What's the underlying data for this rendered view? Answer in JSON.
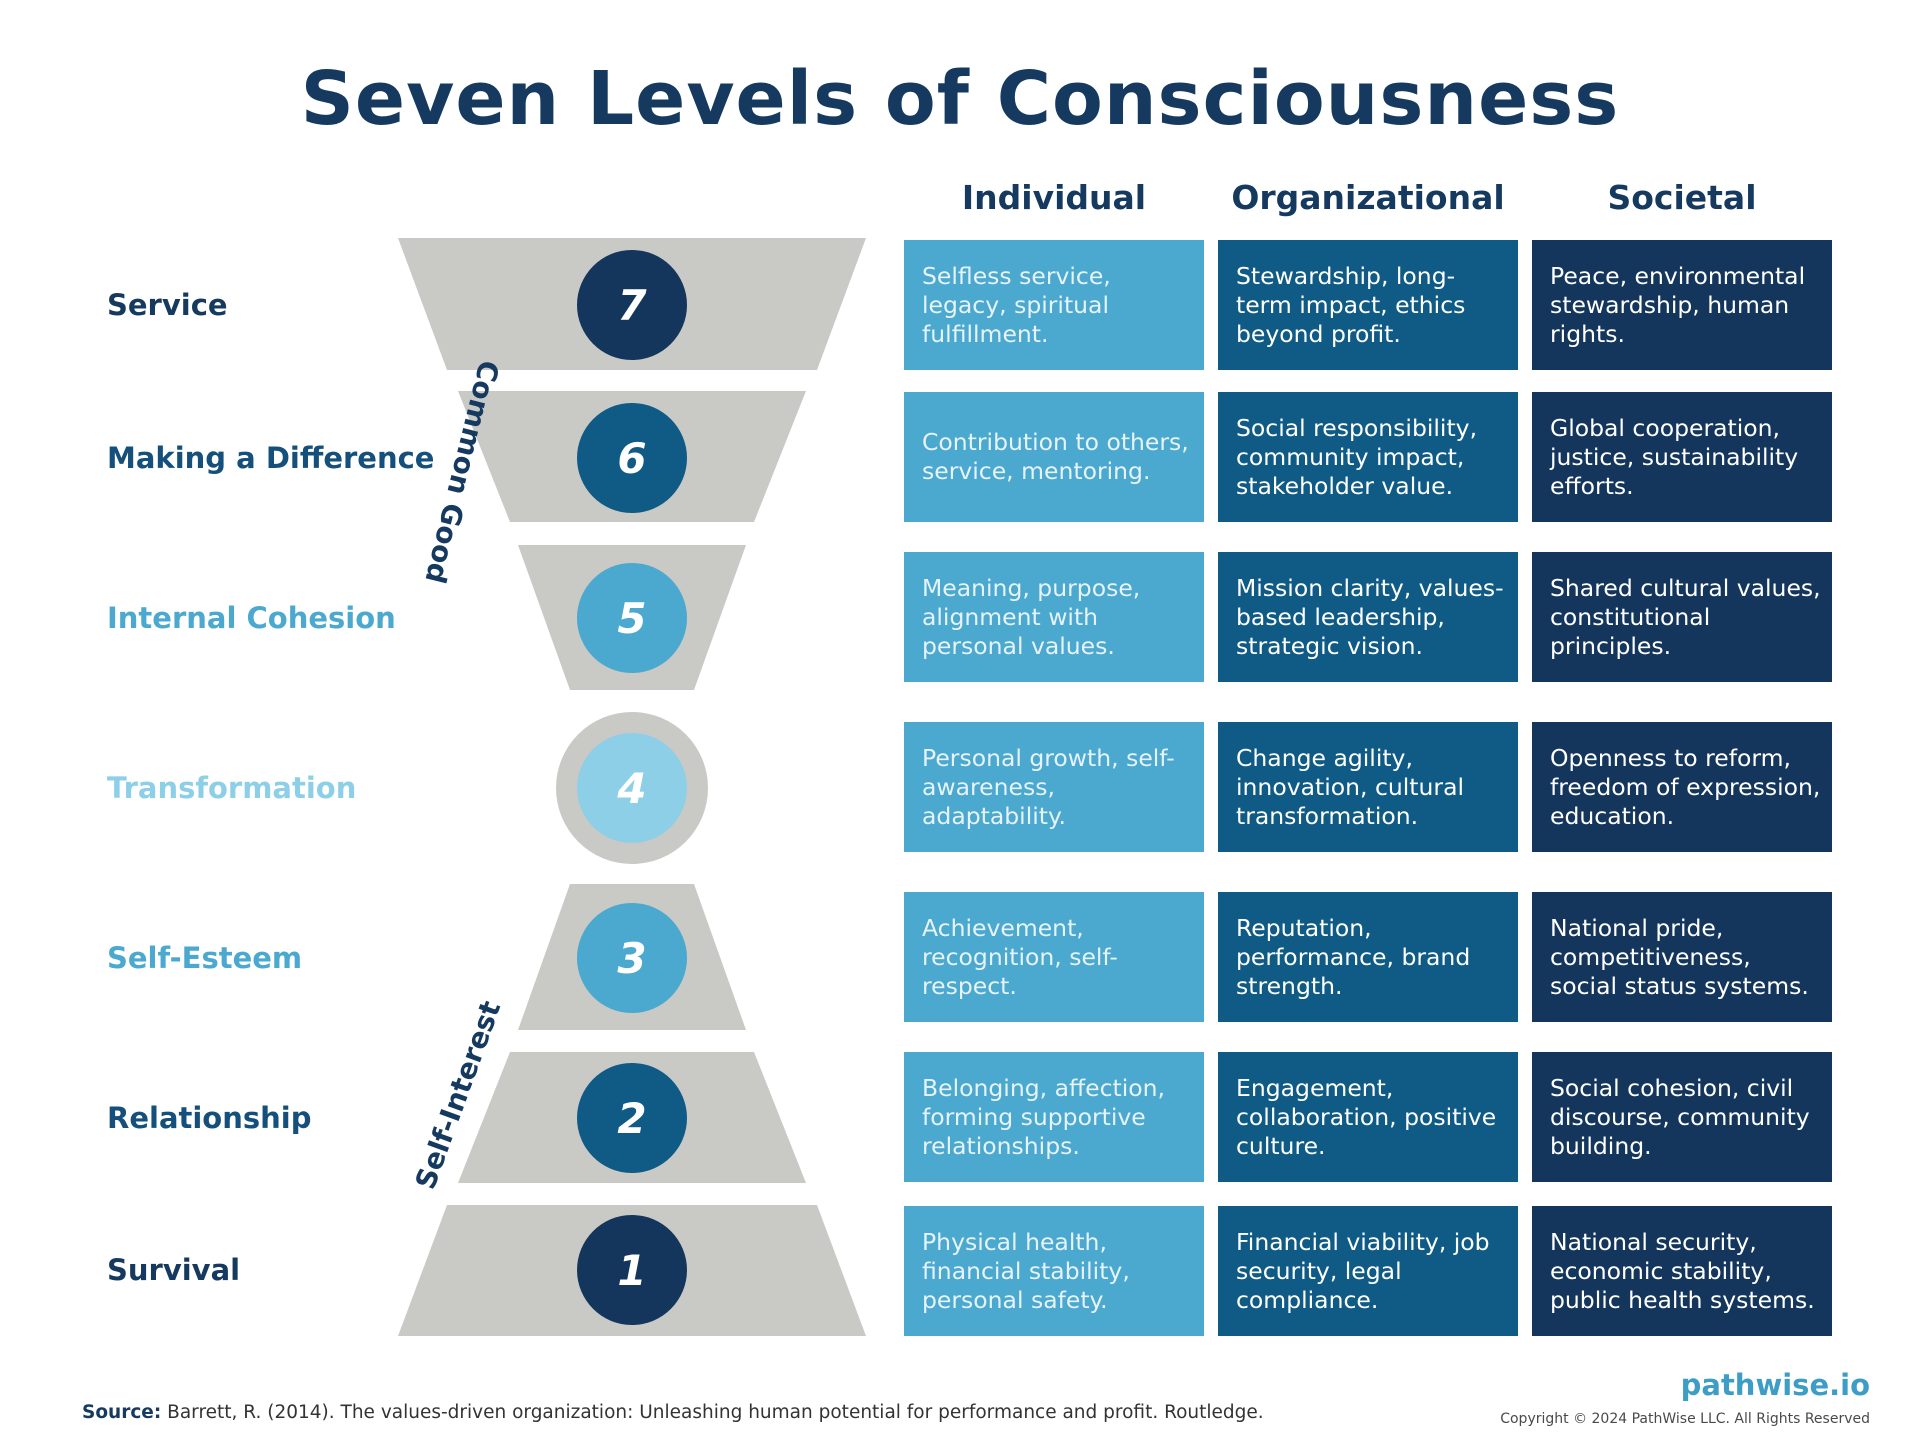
{
  "title": "Seven Levels of Consciousness",
  "columns": [
    "Individual",
    "Organizational",
    "Societal"
  ],
  "side_labels": {
    "upper": "Common Good",
    "lower": "Self-Interest"
  },
  "levels": [
    {
      "number": "7",
      "name": "Service",
      "color": "#14365c",
      "cells": [
        "Selfless service, legacy, spiritual fulfillment.",
        "Stewardship, long-term impact, ethics beyond profit.",
        "Peace, environmental stewardship, human rights."
      ]
    },
    {
      "number": "6",
      "name": "Making a Difference",
      "color": "#0f5b86",
      "cells": [
        "Contribution to others, service, mentoring.",
        "Social responsibility, community impact, stakeholder value.",
        "Global cooperation, justice, sustainability efforts."
      ]
    },
    {
      "number": "5",
      "name": "Internal Cohesion",
      "color": "#4ba8cf",
      "cells": [
        "Meaning, purpose, alignment with personal values.",
        "Mission clarity, values-based leadership, strategic vision.",
        "Shared cultural values, constitutional principles."
      ]
    },
    {
      "number": "4",
      "name": "Transformation",
      "color": "#8ecfe8",
      "cells": [
        "Personal growth, self-awareness, adaptability.",
        "Change agility, innovation, cultural transformation.",
        "Openness to reform, freedom of expression, education."
      ]
    },
    {
      "number": "3",
      "name": "Self-Esteem",
      "color": "#4ba8cf",
      "cells": [
        "Achievement, recognition, self-respect.",
        "Reputation, performance, brand strength.",
        "National pride, competitiveness, social status systems."
      ]
    },
    {
      "number": "2",
      "name": "Relationship",
      "color": "#0f5b86",
      "cells": [
        "Belonging, affection, forming supportive relationships.",
        "Engagement, collaboration, positive culture.",
        "Social cohesion, civil discourse, community building."
      ]
    },
    {
      "number": "1",
      "name": "Survival",
      "color": "#14365c",
      "cells": [
        "Physical health, financial stability, personal safety.",
        "Financial viability, job security, legal compliance.",
        "National security, economic stability, public health systems."
      ]
    }
  ],
  "colors": {
    "individual": "#4ba8cf",
    "organizational": "#0f5b86",
    "societal": "#14365c",
    "funnel_gray": "#c9c9c5",
    "title": "#163a5f"
  },
  "footer": {
    "source_label": "Source:",
    "source_text": "Barrett, R. (2014). The values-driven organization: Unleashing human potential for performance and profit. Routledge.",
    "brand": "pathwise.io",
    "copyright": "Copyright © 2024 PathWise LLC. All Rights Reserved"
  }
}
